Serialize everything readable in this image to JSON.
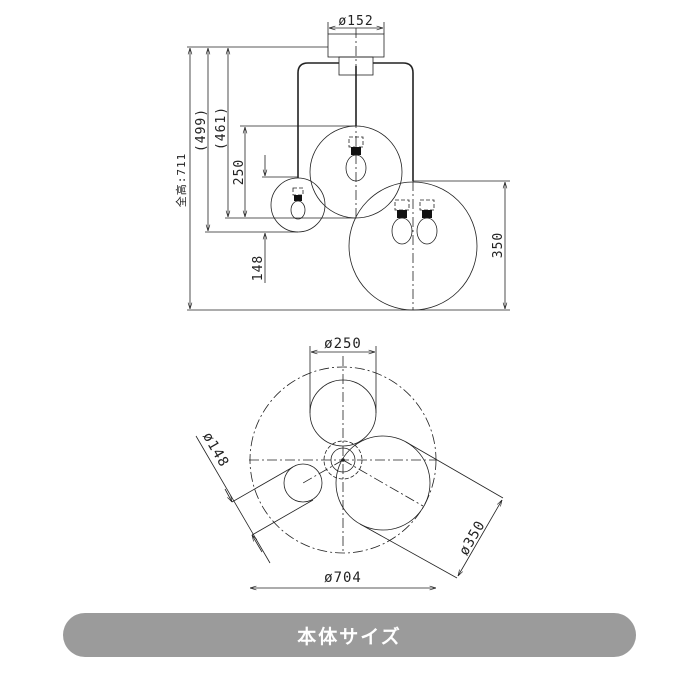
{
  "side_view": {
    "canopy_diameter": "ø152",
    "total_height": "全高:711",
    "length_499": "(499)",
    "length_461": "(461)",
    "medium_shade_height": "250",
    "small_shade_height": "148",
    "large_shade_height": "350"
  },
  "plan_view": {
    "medium_shade_diameter": "ø250",
    "small_shade_diameter": "ø148",
    "large_shade_diameter": "ø350",
    "overall_diameter": "ø704"
  },
  "footer": {
    "label": "本体サイズ",
    "color": "#9b9b9b"
  }
}
